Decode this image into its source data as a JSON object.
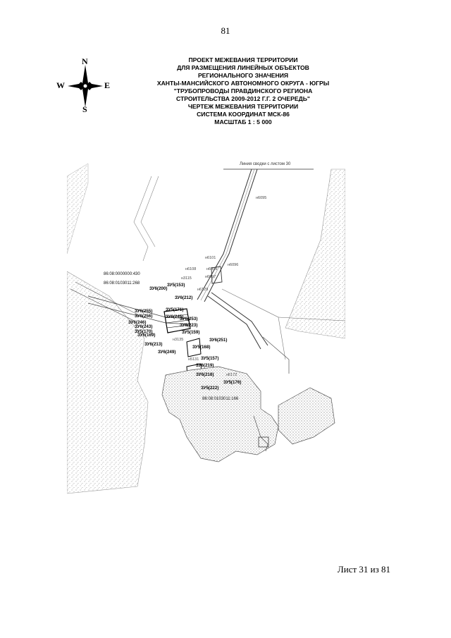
{
  "page": {
    "number": "81",
    "sheet": "Лист 31 из 81"
  },
  "compass": {
    "n": "N",
    "s": "S",
    "w": "W",
    "e": "E"
  },
  "title": {
    "lines": [
      "ПРОЕКТ МЕЖЕВАНИЯ ТЕРРИТОРИИ",
      "ДЛЯ РАЗМЕЩЕНИЯ ЛИНЕЙНЫХ ОБЪЕКТОВ",
      "РЕГИОНАЛЬНОГО ЗНАЧЕНИЯ",
      "ХАНТЫ-МАНСИЙСКОГО АВТОНОМНОГО ОКРУГА - ЮГРЫ",
      "\"ТРУБОПРОВОДЫ ПРАВДИНСКОГО РЕГИОНА",
      "СТРОИТЕЛЬСТВА 2009-2012 Г.Г. 2 ОЧЕРЕДЬ\"",
      "ЧЕРТЕЖ МЕЖЕВАНИЯ ТЕРРИТОРИИ",
      "СИСТЕМА КООРДИНАТ МСК-86",
      "МАСШТАБ 1 : 5 000"
    ]
  },
  "map": {
    "match_line": "Линия сводки с листом 30",
    "cadastral": {
      "c1": "86:08:0000000:430",
      "c2": "86:08:0103011:268",
      "c3": "86:08:0103011:166"
    },
    "points": {
      "p1": "н6095",
      "p2": "н6101",
      "p3": "н6096",
      "p4": "н6108",
      "p5": "н6099",
      "p6": "н6097",
      "p7": "н3115",
      "p8": "н6129",
      "p9": "н6172",
      "p10": "н3135",
      "p11": "н5131"
    },
    "plots": {
      "l1": "ЗУ6(200)",
      "l2": "ЗУ5(153)",
      "l3": "ЗУ6(212)",
      "l4": "ЗУ5(171)",
      "l5": "ЗУ6(255)",
      "l6": "ЗУ6(256)",
      "l7": "ЗУ6(245)",
      "l8": "ЗУ6(253)",
      "l9": "ЗУ6(246)",
      "l10": "ЗУ6(243)",
      "l11": "ЗУ6(223)",
      "l12": "ЗУ5(170)",
      "l13": "ЗУ5(159)",
      "l14": "ЗУ6(169)",
      "l15": "ЗУ6(251)",
      "l16": "ЗУ6(213)",
      "l17": "ЗУ5(168)",
      "l18": "ЗУ6(249)",
      "l19": "ЗУ5(157)",
      "l20": "ЗУ6(219)",
      "l21": "ЗУ6(218)",
      "l22": "ЗУ5(176)",
      "l23": "ЗУ5(222)"
    }
  }
}
